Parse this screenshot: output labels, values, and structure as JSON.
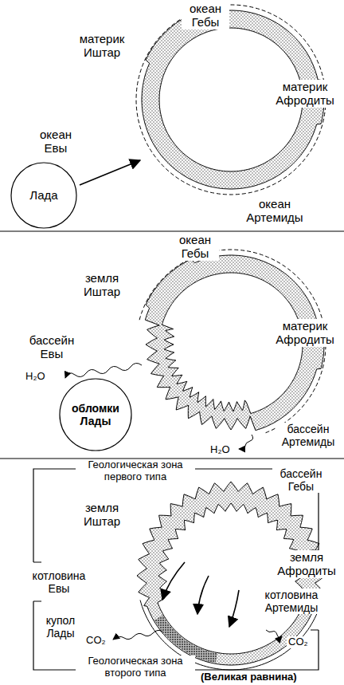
{
  "diagram": {
    "nodes": [
      {
        "text": [
          "Лада"
        ]
      },
      {
        "text": [
          "обломки Лады"
        ]
      }
    ],
    "labels": [
      "океан Гебы",
      "материк Иштар",
      "материк Афродиты",
      "океан Евы",
      "океан Артемиды",
      "океан Гебы",
      "земля Иштар",
      "материк Афродиты",
      "бассейн Евы",
      "H₂O",
      "бассейн Артемиды",
      "H₂O",
      "Геологическая зона первого типа",
      "бассейн Гебы",
      "земля Иштар",
      "земля Афродиты",
      "котловина Евы",
      "котловина Артемиды",
      "CO₂",
      "купол Лады",
      "CO₂",
      "Геологическая зона второго типа",
      "(Великая равнина)"
    ]
  }
}
